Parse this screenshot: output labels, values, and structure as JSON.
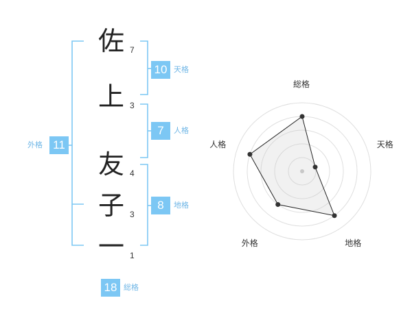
{
  "name": {
    "chars": [
      {
        "char": "佐",
        "strokes": "7"
      },
      {
        "char": "上",
        "strokes": "3"
      },
      {
        "char": "友",
        "strokes": "4"
      },
      {
        "char": "子",
        "strokes": "3"
      },
      {
        "char": "一",
        "strokes": "1"
      }
    ]
  },
  "fortunes": {
    "tenkaku": {
      "value": "10",
      "label": "天格"
    },
    "jinkaku": {
      "value": "7",
      "label": "人格"
    },
    "chikaku": {
      "value": "8",
      "label": "地格"
    },
    "gaikaku": {
      "value": "11",
      "label": "外格"
    },
    "soukaku": {
      "value": "18",
      "label": "総格"
    }
  },
  "colors": {
    "accent": "#7cc7f4",
    "accent_text": "#6fb6e6"
  },
  "chart_data": {
    "type": "radar",
    "axes": [
      "総格",
      "天格",
      "地格",
      "外格",
      "人格"
    ],
    "values": [
      4,
      1,
      4,
      3,
      4
    ],
    "max": 5,
    "grid": true
  }
}
